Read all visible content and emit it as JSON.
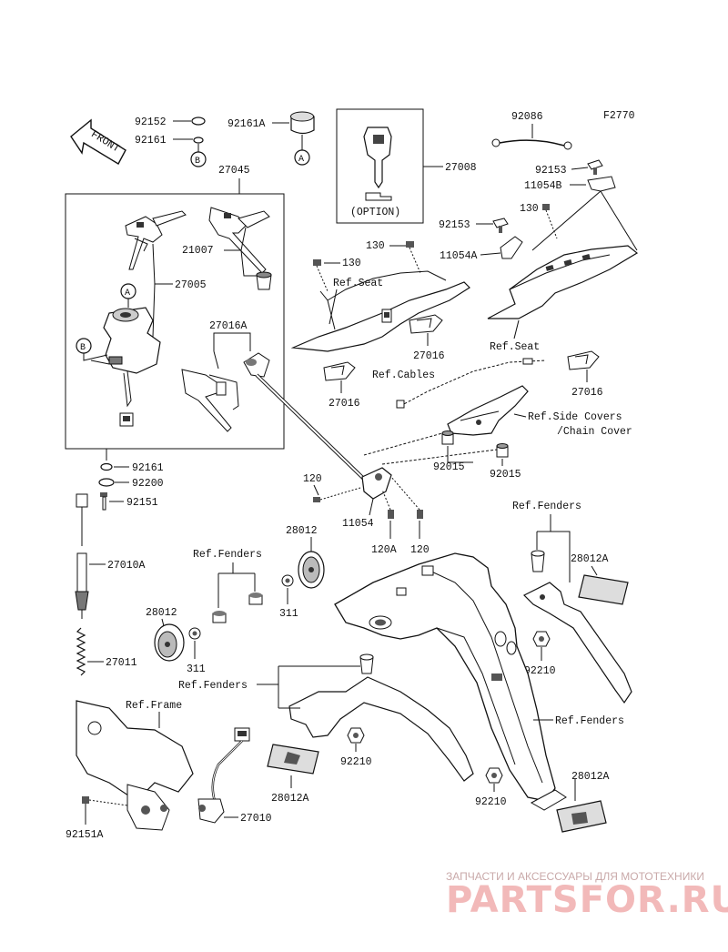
{
  "figure_code": "F2770",
  "front_label": "FRONT",
  "option_label": "(OPTION)",
  "callouts": {
    "A": "A",
    "B": "B"
  },
  "parts": {
    "p92152": "92152",
    "p92161_top": "92161",
    "p92161A": "92161A",
    "p27045": "27045",
    "p27008": "27008",
    "p92086": "92086",
    "p92153_right": "92153",
    "p11054B": "11054B",
    "p130_right": "130",
    "p92153_mid": "92153",
    "p11054A": "11054A",
    "p130_mid": "130",
    "p130_left": "130",
    "p21007": "21007",
    "p27005": "27005",
    "p27016A": "27016A",
    "p27016_mid": "27016",
    "p27016_left": "27016",
    "p27016_right": "27016",
    "p92015_left": "92015",
    "p92015_right": "92015",
    "p92161_low": "92161",
    "p92200": "92200",
    "p92151": "92151",
    "p120": "120",
    "p11054": "11054",
    "p120A": "120A",
    "p120_b": "120",
    "p27010A": "27010A",
    "p28012_top": "28012",
    "p311_top": "311",
    "p28012_left": "28012",
    "p311_left": "311",
    "p27011": "27011",
    "p28012A_right": "28012A",
    "p92210_right": "92210",
    "p92210_mid": "92210",
    "p28012A_mid": "28012A",
    "p92210_low": "92210",
    "p28012A_low": "28012A",
    "p92151A": "92151A",
    "p27010": "27010"
  },
  "refs": {
    "seat_left": "Ref.Seat",
    "seat_right": "Ref.Seat",
    "cables": "Ref.Cables",
    "side_covers_1": "Ref.Side Covers",
    "side_covers_2": "/Chain Cover",
    "fenders_top_right": "Ref.Fenders",
    "fenders_left": "Ref.Fenders",
    "fenders_mid": "Ref.Fenders",
    "fenders_low_right": "Ref.Fenders",
    "frame": "Ref.Frame"
  },
  "watermark": {
    "line1": "ЗАПЧАСТИ И АКСЕССУАРЫ ДЛЯ МОТОТЕХНИКИ",
    "line2": "PARTSFOR.RU"
  }
}
